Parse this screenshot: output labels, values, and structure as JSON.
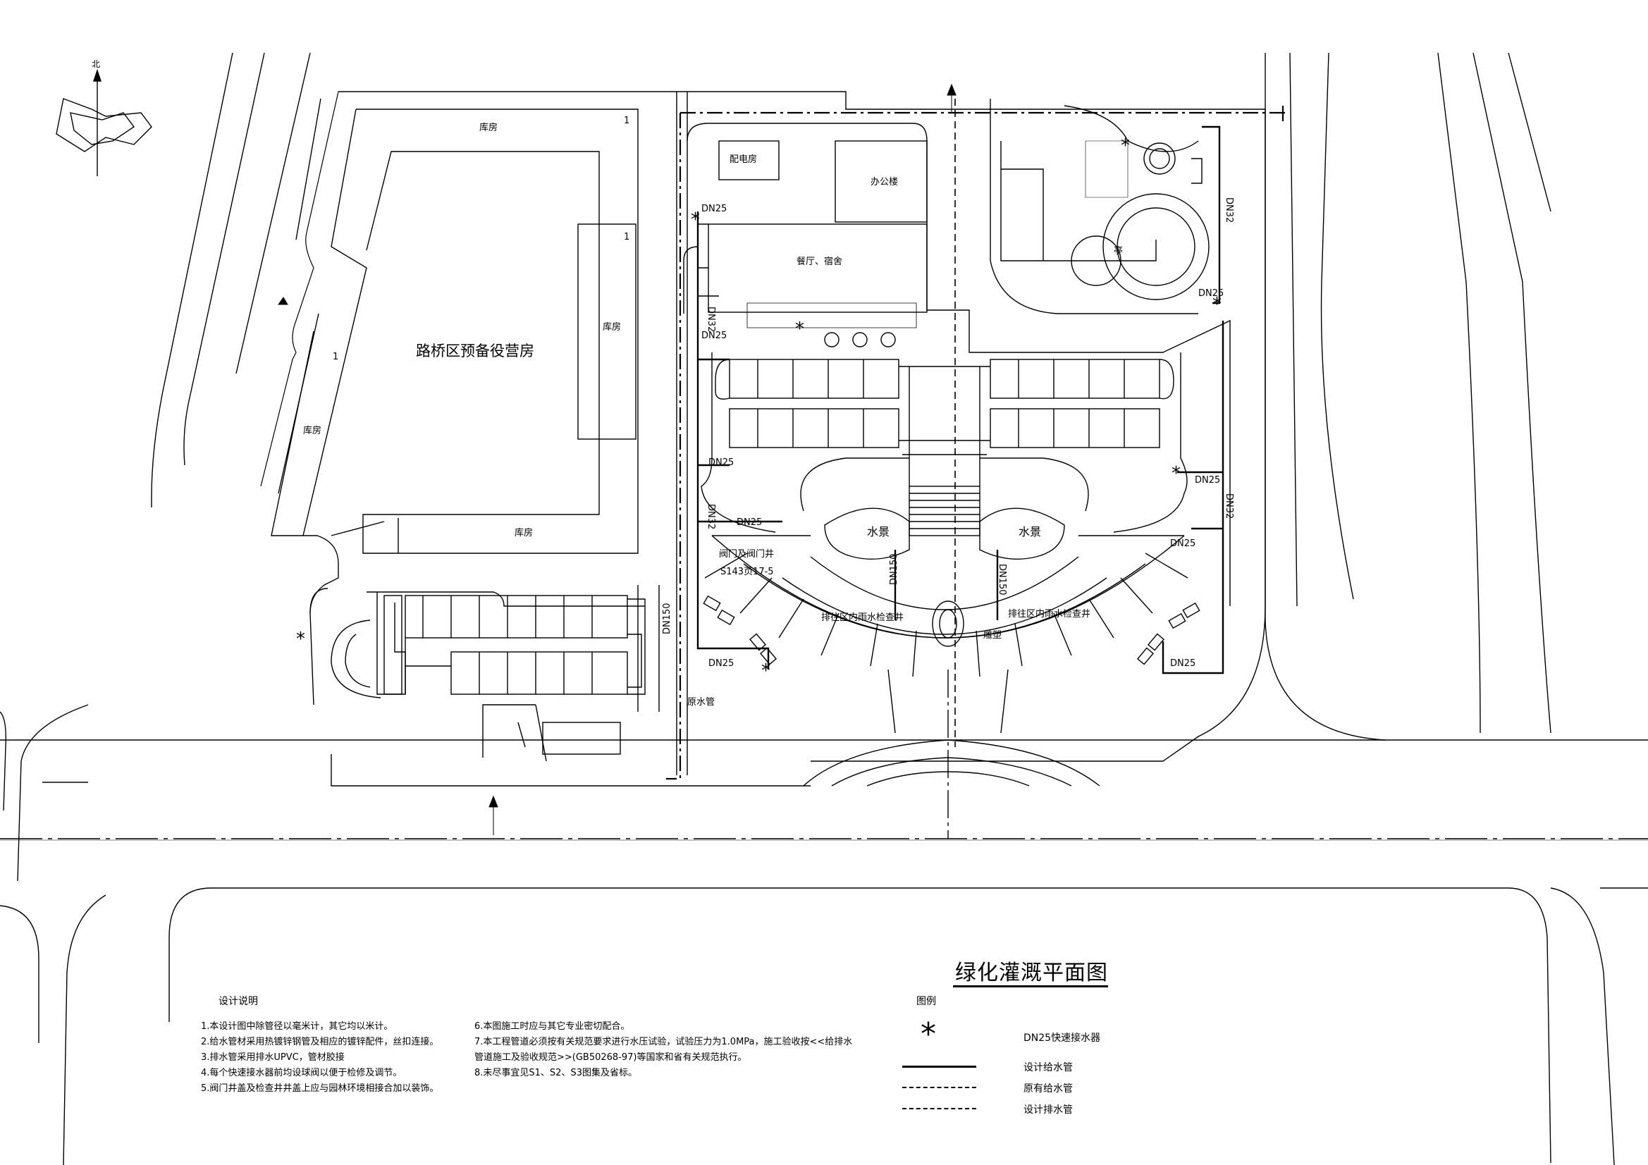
{
  "drawing": {
    "title": "绿化灌溉平面图",
    "north": "北"
  },
  "buildings": {
    "main": "路桥区预备役营房",
    "storage": "库房",
    "power_room": "配电房",
    "office": "办公楼",
    "canteen": "餐厅、宿舍",
    "water_feature": "水景",
    "sculpture": "雕塑",
    "pavilion": "亭",
    "marker_1": "1"
  },
  "pipe_labels": {
    "dn25": "DN25",
    "dn32": "DN32",
    "dn150": "DN150",
    "valve_well": "阀门及阀门井",
    "valve_ref": "S143页17-5",
    "inspection_well": "排往区内雨水检查井",
    "existing_pipe": "原水管"
  },
  "notes": {
    "heading": "设计说明",
    "col1": [
      "1.本设计图中除管径以毫米计，其它均以米计。",
      "2.给水管材采用热镀锌钢管及相应的镀锌配件，丝扣连接。",
      "3.排水管采用排水UPVC，管材胶接",
      "4.每个快速接水器前均设球阀以便于检修及调节。",
      "5.阀门井盖及检查井井盖上应与园林环境相接合加以装饰。"
    ],
    "col2": [
      "6.本图施工时应与其它专业密切配合。",
      "7.本工程管道必须按有关规范要求进行水压试验，试验压力为1.0MPa，施工验收按<<给排水",
      "   管道施工及验收规范>>(GB50268-97)等国家和省有关规范执行。",
      "8.未尽事宜见S1、S2、S3图集及省标。"
    ]
  },
  "legend": {
    "heading": "图例",
    "items": [
      {
        "symbol": "star",
        "label": "DN25快速接水器"
      },
      {
        "symbol": "solid",
        "label": "设计给水管"
      },
      {
        "symbol": "dashdot",
        "label": "原有给水管"
      },
      {
        "symbol": "dash",
        "label": "设计排水管"
      }
    ]
  }
}
